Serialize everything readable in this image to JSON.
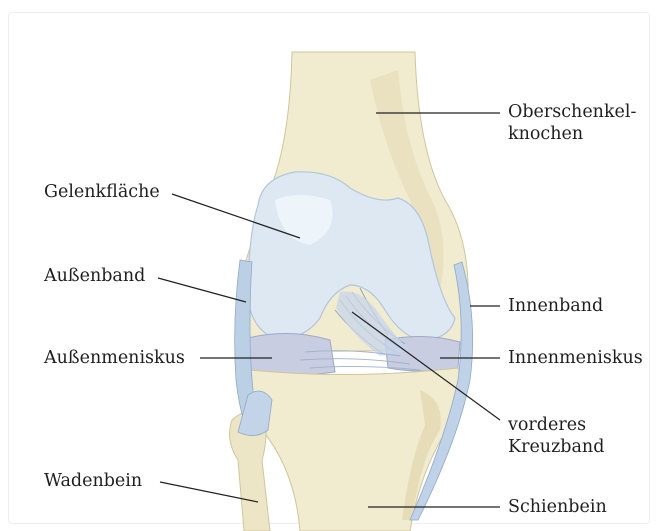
{
  "labels": {
    "oberschenkel_line1": "Oberschenkel-",
    "oberschenkel_line2": "knochen",
    "gelenkflaeche": "Gelenkfläche",
    "aussenband": "Außenband",
    "innenband": "Innenband",
    "aussenmeniskus": "Außenmeniskus",
    "innenmeniskus": "Innenmeniskus",
    "kreuzband_line1": "vorderes",
    "kreuzband_line2": "Kreuzband",
    "wadenbein": "Wadenbein",
    "schienbein": "Schienbein"
  },
  "colors": {
    "bone": "#f1ebcf",
    "bone_shadow": "#e0d7b2",
    "cartilage": "#dce8f4",
    "ligament": "#b9cde3",
    "meniscus": "#c9cee3",
    "leader": "#222222"
  }
}
